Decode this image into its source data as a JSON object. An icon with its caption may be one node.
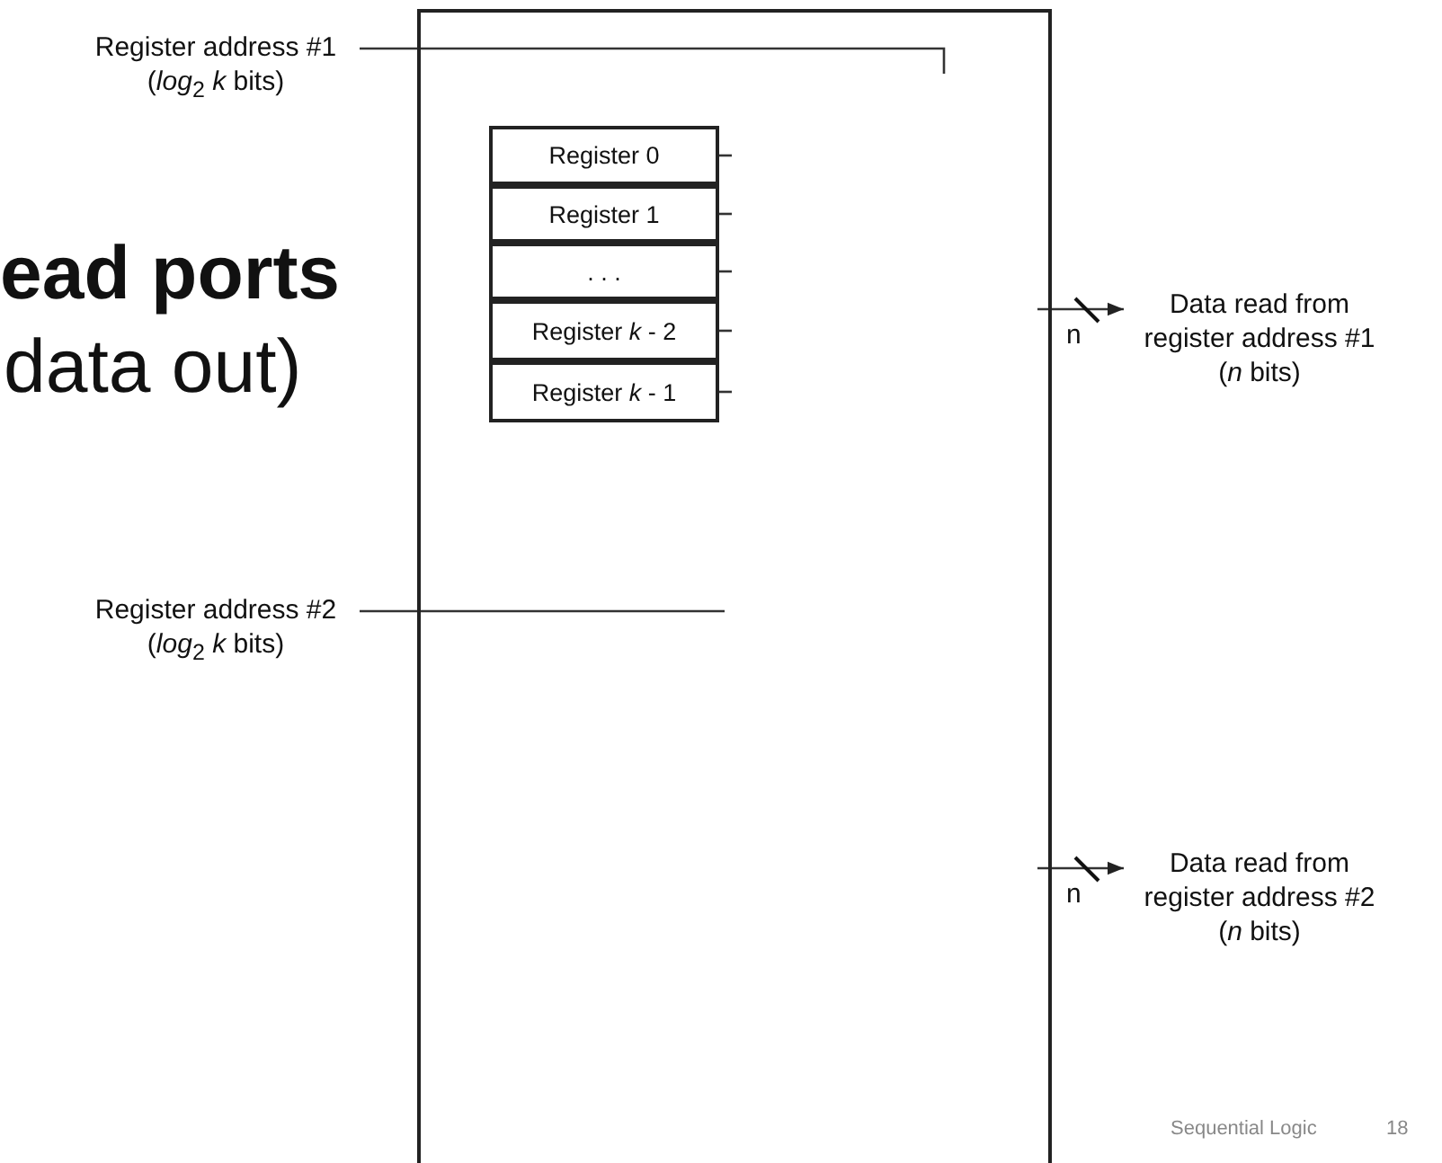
{
  "diagram": {
    "nodes": [
      {
        "text": [
          "Register address #1 (*log*$_{2}$ *k* bits)"
        ]
      },
      {
        "text": [],
        "shape": "box"
      },
      {
        "text": [
          "Register 0"
        ],
        "in": 1
      },
      {
        "text": [
          "Register 1"
        ],
        "in": 1
      },
      {
        "text": [
          ". . ."
        ],
        "in": 1
      },
      {
        "text": [
          "Register *k* - 2"
        ],
        "in": 1
      },
      {
        "text": [
          "Register *k* - 1"
        ],
        "in": 1
      },
      {
        "text": [
          "Data read from register address #1 (*n* bits)"
        ]
      },
      {
        "text": [
          "Register address #2 (*log*$_{2}$ *k* bits)"
        ]
      },
      {
        "text": [
          "Data read from register address #2 (*n* bits)"
        ]
      }
    ],
    "edges": [
      {
        "from": 0,
        "to": 1,
        "arrow": "none"
      },
      {
        "from": 8,
        "to": 1,
        "arrow": "none"
      },
      {
        "from": 1,
        "to": 7,
        "arrow": "to"
      },
      {
        "from": 1,
        "to": 9,
        "arrow": "to"
      },
      {
        "from": 2,
        "to": null,
        "arrow": "none"
      },
      {
        "from": 3,
        "to": null,
        "arrow": "none"
      },
      {
        "from": 4,
        "to": null,
        "arrow": "none"
      },
      {
        "from": 5,
        "to": null,
        "arrow": "none"
      },
      {
        "from": 6,
        "to": null,
        "arrow": "none"
      }
    ],
    "labels": [
      "ead ports",
      "data out)",
      "n",
      "n",
      "Sequential Logic",
      "18"
    ]
  }
}
